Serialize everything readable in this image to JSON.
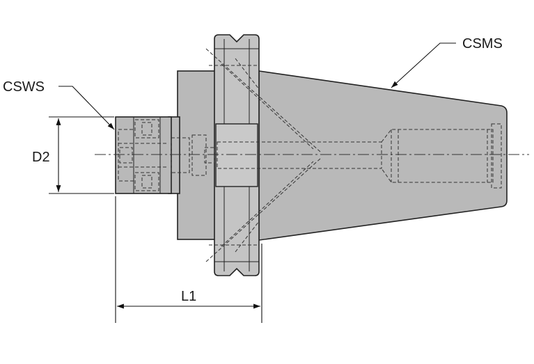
{
  "diagram": {
    "labels": {
      "csms": "CSMS",
      "csws": "CSWS",
      "d2": "D2",
      "l1": "L1"
    },
    "colors": {
      "body": "#b9b9b9",
      "outline": "#222222",
      "background": "#ffffff"
    }
  }
}
